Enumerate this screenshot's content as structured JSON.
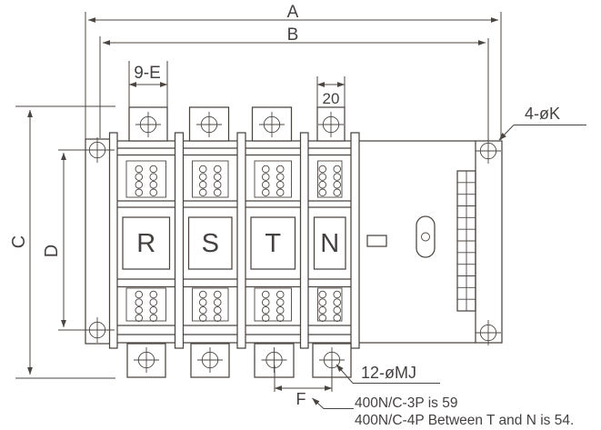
{
  "drawing": {
    "dim_labels": {
      "A": "A",
      "B": "B",
      "C": "C",
      "D": "D",
      "F": "F"
    },
    "terminal_width_label": "9-E",
    "neutral_width_label": "20",
    "mounting_hole_label": "4-øK",
    "terminal_hole_label": "12-øMJ",
    "pole_labels": [
      "R",
      "S",
      "T",
      "N"
    ],
    "notes": [
      "400N/C-3P is 59",
      "400N/C-4P Between T and N is 54."
    ],
    "colors": {
      "line": "#4b4541",
      "text": "#454140",
      "background": "#ffffff"
    }
  }
}
